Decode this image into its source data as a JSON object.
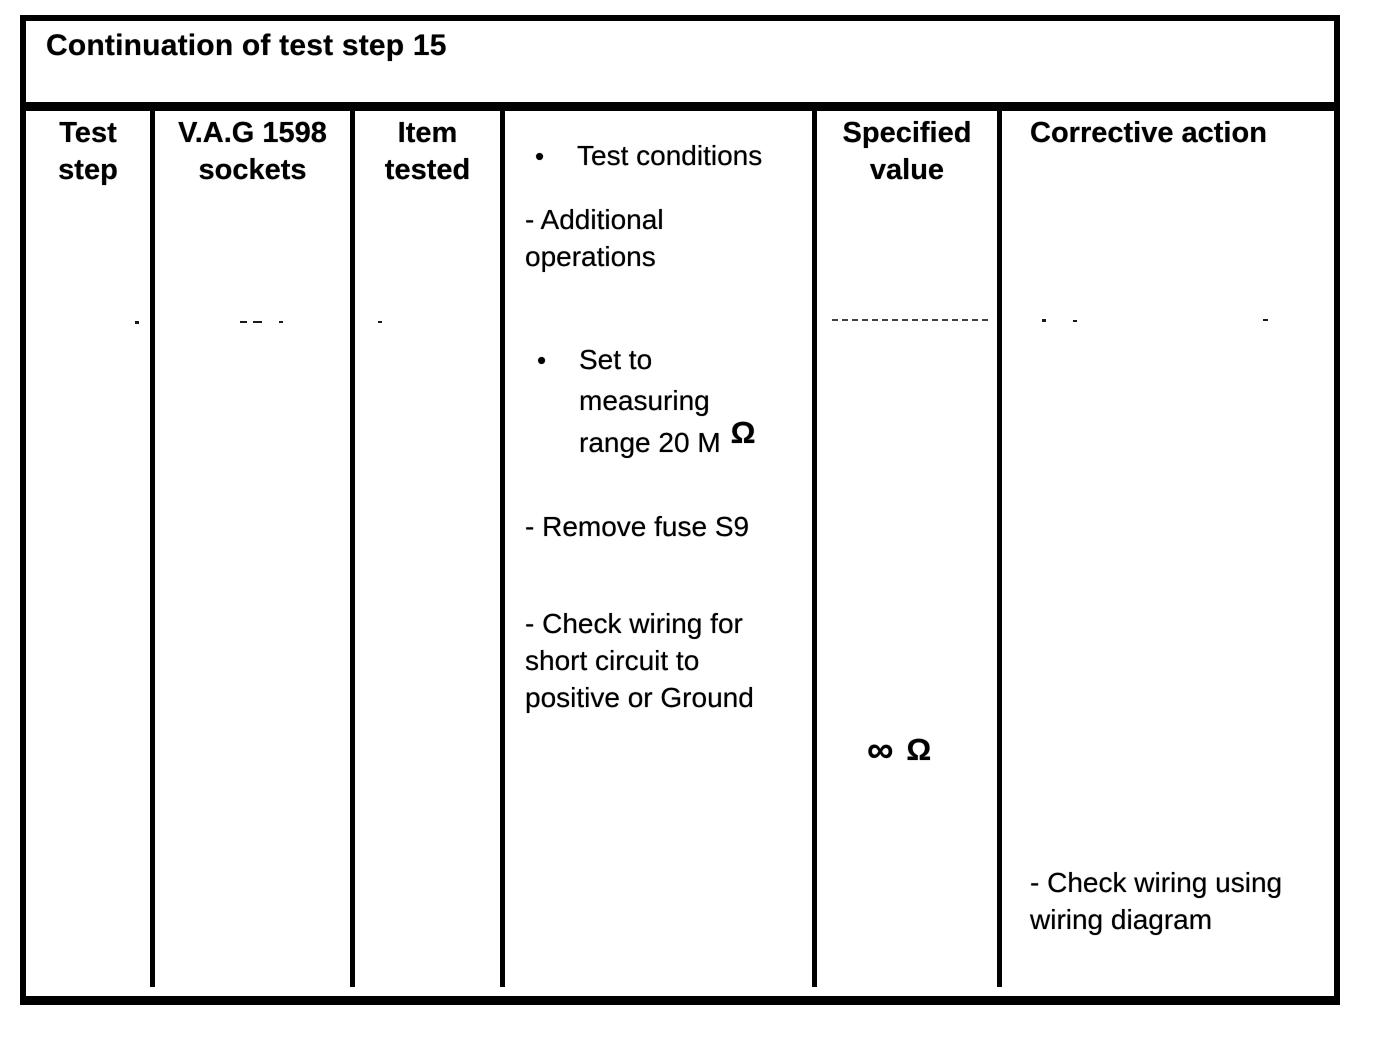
{
  "document": {
    "title": "Continuation of test step 15"
  },
  "table": {
    "headers": {
      "test_step": "Test\nstep",
      "sockets": "V.A.G 1598\nsockets",
      "item_tested": "Item\ntested",
      "conditions_bullet": "•",
      "conditions": "Test conditions",
      "conditions_sub": "- Additional\noperations",
      "specified_value": "Specified\nvalue",
      "corrective_action": "Corrective action"
    },
    "row": {
      "conditions": {
        "bullet": "•",
        "set_to": "Set to\nmeasuring\nrange 20 M",
        "ohm_symbol": "Ω",
        "remove_fuse": "- Remove fuse S9",
        "check_wiring": "- Check wiring for\nshort circuit to\npositive or Ground"
      },
      "specified_value": {
        "infinity_symbol": "∞",
        "ohm_symbol": "Ω"
      },
      "corrective_action": "- Check wiring using\nwiring diagram"
    }
  }
}
